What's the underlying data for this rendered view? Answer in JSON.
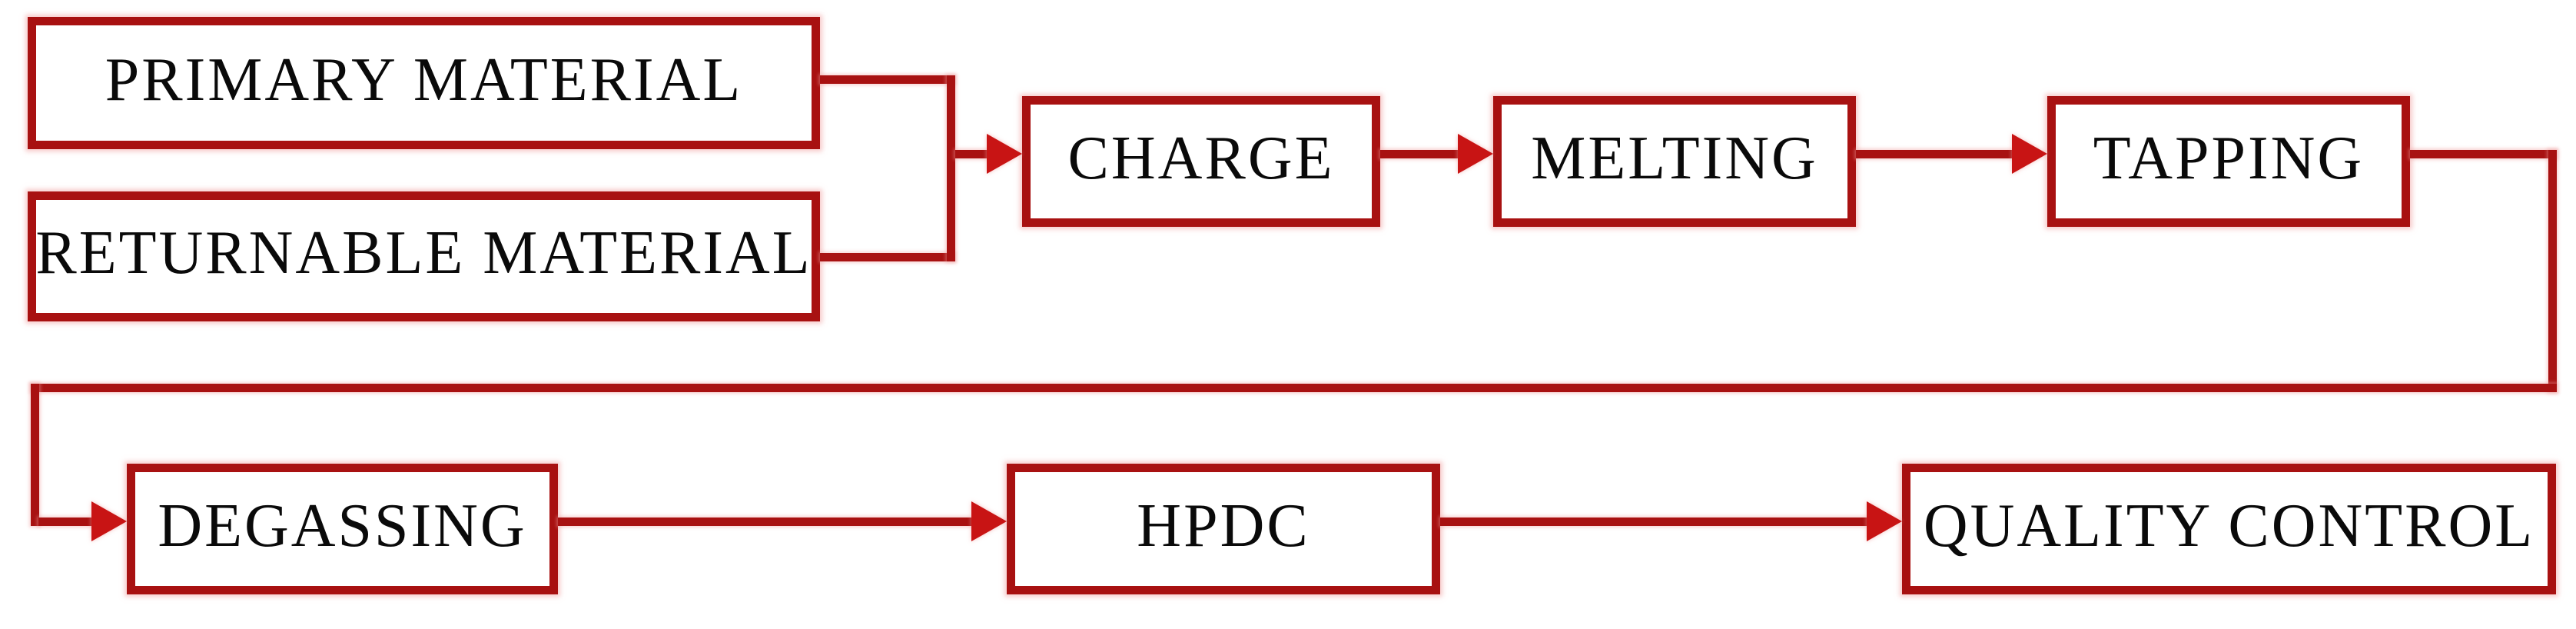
{
  "diagram": {
    "type": "flowchart",
    "colors": {
      "box_border": "#a81111",
      "connector": "#a81111",
      "arrowhead": "#c81414",
      "text": "#0a0a0a",
      "background": "#ffffff"
    },
    "nodes": {
      "primary": {
        "label": "PRIMARY MATERIAL"
      },
      "returnable": {
        "label": "RETURNABLE MATERIAL"
      },
      "charge": {
        "label": "CHARGE"
      },
      "melting": {
        "label": "MELTING"
      },
      "tapping": {
        "label": "TAPPING"
      },
      "degassing": {
        "label": "DEGASSING"
      },
      "hpdc": {
        "label": "HPDC"
      },
      "quality": {
        "label": "QUALITY CONTROL"
      }
    },
    "edges": [
      {
        "from": "PRIMARY MATERIAL",
        "to": "CHARGE"
      },
      {
        "from": "RETURNABLE MATERIAL",
        "to": "CHARGE"
      },
      {
        "from": "CHARGE",
        "to": "MELTING"
      },
      {
        "from": "MELTING",
        "to": "TAPPING"
      },
      {
        "from": "TAPPING",
        "to": "DEGASSING"
      },
      {
        "from": "DEGASSING",
        "to": "HPDC"
      },
      {
        "from": "HPDC",
        "to": "QUALITY CONTROL"
      }
    ]
  }
}
